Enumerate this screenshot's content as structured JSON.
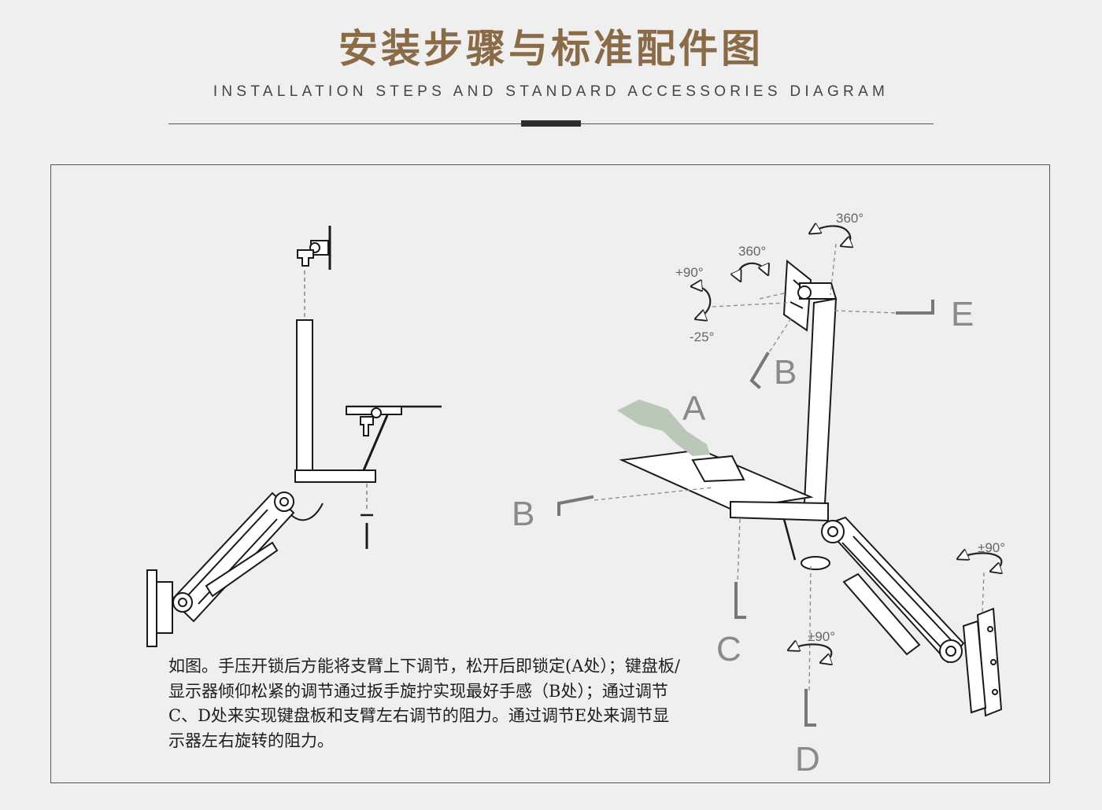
{
  "header": {
    "title": "安装步骤与标准配件图",
    "subtitle": "INSTALLATION STEPS AND STANDARD ACCESSORIES DIAGRAM"
  },
  "colors": {
    "title": "#8a6b48",
    "background": "#efefef",
    "line": "#1a1a1a",
    "hand": "#b9c8b7",
    "callout": "#8a8a8a"
  },
  "diagram": {
    "labels": {
      "a": "A",
      "b_top": "B",
      "b_left": "B",
      "c": "C",
      "d": "D",
      "e": "E"
    },
    "angles": {
      "top_rotation": "360°",
      "tilt_rotation": "360°",
      "tilt_up": "+90°",
      "tilt_down": "-25°",
      "wall_swivel": "±90°",
      "column_swivel": "±90°"
    }
  },
  "description": "如图。手压开锁后方能将支臂上下调节，松开后即锁定(A处）；键盘板/显示器倾仰松紧的调节通过扳手旋拧实现最好手感（B处）；通过调节C、D处来实现键盘板和支臂左右调节的阻力。通过调节E处来调节显示器左右旋转的阻力。"
}
